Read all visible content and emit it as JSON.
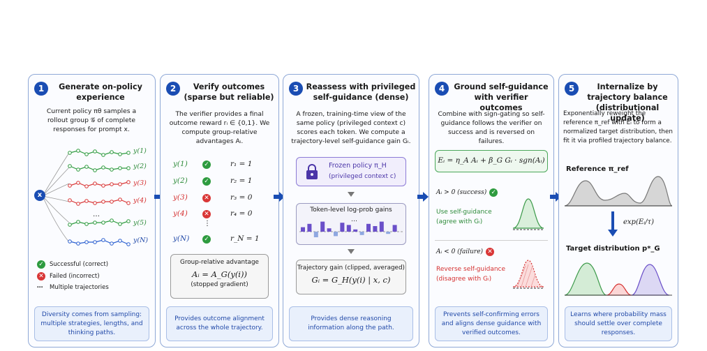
{
  "panel1": {
    "num": "1",
    "title": "Generate on-policy experience",
    "desc": "Current policy πθ samples a rollout group 𝒢 of complete responses for prompt x.",
    "input_node": "x",
    "trajectory_labels": [
      "y(1)",
      "y(2)",
      "y(3)",
      "y(4)",
      "…",
      "y(5)",
      "y(N)"
    ],
    "legend": {
      "success": "Successful (correct)",
      "failed": "Failed (incorrect)",
      "multiple": "Multiple trajectories"
    },
    "footer": "Diversity comes from sampling: multiple strategies, lengths, and thinking paths."
  },
  "panel2": {
    "num": "2",
    "title": "Verify outcomes (sparse but reliable)",
    "desc": "The verifier provides a final outcome reward rᵢ ∈ {0,1}. We compute group-relative advantages Aᵢ.",
    "rows": [
      {
        "y": "y(1)",
        "r": "r₁ = 1",
        "ok": true
      },
      {
        "y": "y(2)",
        "r": "r₂ = 1",
        "ok": true
      },
      {
        "y": "y(3)",
        "r": "r₃ = 0",
        "ok": false
      },
      {
        "y": "y(4)",
        "r": "r₄ = 0",
        "ok": false
      },
      {
        "y": "y(N)",
        "r": "r_N = 1",
        "ok": true
      }
    ],
    "ellipsis": "⋮",
    "box_title": "Group-relative advantage",
    "box_formula": "Aᵢ = A_G(y(i))",
    "box_note": "(stopped gradient)",
    "footer": "Provides outcome alignment across the whole trajectory."
  },
  "panel3": {
    "num": "3",
    "title": "Reassess with privileged self-guidance (dense)",
    "desc": "A frozen, training-time view of the same policy (privileged context c) scores each token. We compute a trajectory-level self-guidance gain Gᵢ.",
    "frozen_title": "Frozen policy π_H",
    "frozen_sub": "(privileged context c)",
    "token_title": "Token-level log-prob gains",
    "token_gains": [
      0.4,
      0.7,
      -0.5,
      0.9,
      0.3,
      -0.4,
      0.8,
      0.6,
      0.2,
      -0.3,
      0.7,
      0.5,
      0.9,
      -0.2,
      0.6
    ],
    "token_ellipsis": "…",
    "traj_title": "Trajectory gain (clipped, averaged)",
    "traj_formula": "Gᵢ = G_H(y(i) | x, c)",
    "footer": "Provides dense reasoning information along the path."
  },
  "panel4": {
    "num": "4",
    "title": "Ground self-guidance with verifier outcomes",
    "desc": "Combine with sign-gating so self-guidance follows the verifier on success and is reversed on failures.",
    "formula": "Eᵢ = η_A Aᵢ + β_G Gᵢ · sgn(Aᵢ)",
    "success_label": "Aᵢ > 0 (success)",
    "success_action": "Use self-guidance",
    "success_sub": "(agree with Gᵢ)",
    "failure_label": "Aᵢ < 0 (failure)",
    "failure_action": "Reverse self-guidance",
    "failure_sub": "(disagree with Gᵢ)",
    "footer": "Prevents self-confirming errors and aligns dense guidance with verified outcomes."
  },
  "panel5": {
    "num": "5",
    "title": "Internalize by trajectory balance (distributional update)",
    "desc": "Exponentially reweight the reference π_ref with Eᵢ to form a normalized target distribution, then fit it via profiled trajectory balance.",
    "reference_label": "Reference π_ref",
    "transform": "exp(Eᵢ/τ)",
    "target_label": "Target distribution p*_G",
    "footer": "Learns where probability mass should settle over complete responses."
  },
  "colors": {
    "accent": "#1a4db3",
    "success": "#2e9b3f",
    "failure": "#d93636",
    "purple": "#6a4fc9",
    "trajectory_blue": "#2a5fd0"
  }
}
